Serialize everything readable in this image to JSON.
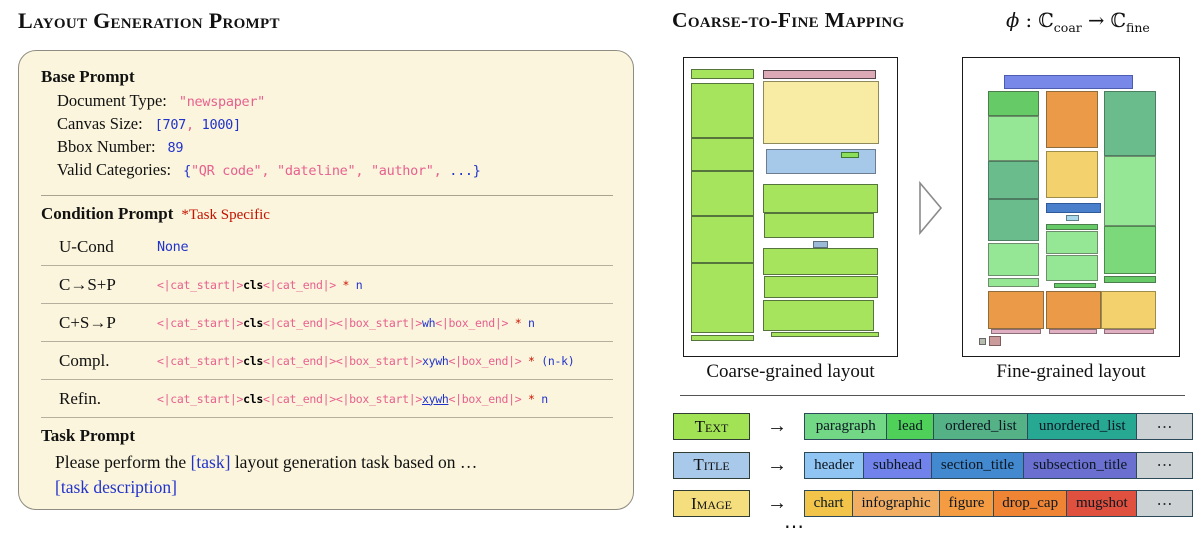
{
  "left": {
    "title": "Layout Generation Prompt",
    "base": {
      "heading": "Base Prompt",
      "fields": [
        {
          "label": "Document Type:",
          "segments": [
            {
              "t": "\"newspaper\"",
              "c": "pink"
            }
          ]
        },
        {
          "label": "Canvas Size:",
          "segments": [
            {
              "t": "[707",
              "c": "blue"
            },
            {
              "t": ",",
              "c": "pink"
            },
            {
              "t": " 1000]",
              "c": "blue"
            }
          ]
        },
        {
          "label": "Bbox Number:",
          "segments": [
            {
              "t": "89",
              "c": "blue"
            }
          ]
        },
        {
          "label": "Valid Categories:",
          "segments": [
            {
              "t": "{",
              "c": "blue"
            },
            {
              "t": "\"QR code\", \"dateline\", \"author\", ",
              "c": "pink"
            },
            {
              "t": "...}",
              "c": "blue"
            }
          ]
        }
      ]
    },
    "condition": {
      "heading": "Condition Prompt",
      "note": "*Task Specific",
      "rows": [
        {
          "label": "U-Cond",
          "size": "md",
          "segments": [
            {
              "t": "None",
              "c": "blue"
            }
          ]
        },
        {
          "label": "C→S+P",
          "size": "sm",
          "segments": [
            {
              "t": "<|cat_start|>",
              "c": "pink"
            },
            {
              "t": "cls",
              "c": "bold"
            },
            {
              "t": "<|cat_end|>",
              "c": "pink"
            },
            {
              "t": " * ",
              "c": "red"
            },
            {
              "t": "n",
              "c": "blue"
            }
          ]
        },
        {
          "label": "C+S→P",
          "size": "sm",
          "segments": [
            {
              "t": "<|cat_start|>",
              "c": "pink"
            },
            {
              "t": "cls",
              "c": "bold"
            },
            {
              "t": "<|cat_end|><|box_start|>",
              "c": "pink"
            },
            {
              "t": "wh",
              "c": "blue"
            },
            {
              "t": "<|box_end|>",
              "c": "pink"
            },
            {
              "t": " * ",
              "c": "red"
            },
            {
              "t": "n",
              "c": "blue"
            }
          ]
        },
        {
          "label": "Compl.",
          "size": "sm",
          "segments": [
            {
              "t": "<|cat_start|>",
              "c": "pink"
            },
            {
              "t": "cls",
              "c": "bold"
            },
            {
              "t": "<|cat_end|><|box_start|>",
              "c": "pink"
            },
            {
              "t": "xywh",
              "c": "blue"
            },
            {
              "t": "<|box_end|>",
              "c": "pink"
            },
            {
              "t": " * ",
              "c": "red"
            },
            {
              "t": "(n-k)",
              "c": "blue"
            }
          ]
        },
        {
          "label": "Refin.",
          "size": "sm",
          "segments": [
            {
              "t": "<|cat_start|>",
              "c": "pink"
            },
            {
              "t": "cls",
              "c": "bold"
            },
            {
              "t": "<|cat_end|><|box_start|>",
              "c": "pink"
            },
            {
              "t": "xywh",
              "c": "blueu"
            },
            {
              "t": "<|box_end|>",
              "c": "pink"
            },
            {
              "t": " * ",
              "c": "red"
            },
            {
              "t": "n",
              "c": "blue"
            }
          ]
        }
      ]
    },
    "task": {
      "heading": "Task Prompt",
      "line1": [
        {
          "t": "Please perform the ",
          "c": "black"
        },
        {
          "t": "[task]",
          "c": "blue"
        },
        {
          "t": " layout generation task based on …",
          "c": "black"
        }
      ],
      "line2": [
        {
          "t": "[task description]",
          "c": "blue"
        }
      ]
    }
  },
  "right": {
    "title": "Coarse-to-Fine Mapping",
    "formula": {
      "phi": "ϕ",
      "colon": " : ",
      "set1": "ℂ",
      "sub1": "coar",
      "arrow": " → ",
      "set2": "ℂ",
      "sub2": "fine"
    },
    "palette": {
      "green": {
        "bg": "#a6e45e",
        "bd": "#55753c"
      },
      "pinkbar": {
        "bg": "#dcaab6",
        "bd": "#54444c"
      },
      "yellow": {
        "bg": "#f8eba3",
        "bd": "#8f8a5c"
      },
      "blue": {
        "bg": "#a6c8e9",
        "bd": "#6d7d8d"
      },
      "greensm": {
        "bg": "#8bdf5d",
        "bd": "#3f7a2f"
      },
      "bluesm": {
        "bg": "#9db9d8",
        "bd": "#5d6d7d"
      },
      "peri": {
        "bg": "#7788e8",
        "bd": "#4d5cae"
      },
      "fgreen": {
        "bg": "#66cb66",
        "bd": "#4d7d4d"
      },
      "fgreen2": {
        "bg": "#7bd97b",
        "bd": "#4e8a4e"
      },
      "flgreen": {
        "bg": "#95e695",
        "bd": "#6d8d6d"
      },
      "fteal": {
        "bg": "#6abc8c",
        "bd": "#4d7d60"
      },
      "forange": {
        "bg": "#eb9a47",
        "bd": "#8d6d3d"
      },
      "fyellow": {
        "bg": "#f3d26e",
        "bd": "#9d8d4d"
      },
      "fblue": {
        "bg": "#4a80cb",
        "bd": "#2f5a9a"
      },
      "flblue": {
        "bg": "#aadae9",
        "bd": "#5d7d8d"
      },
      "fpink": {
        "bg": "#e0afc1",
        "bd": "#8d6d77"
      },
      "fgray": {
        "bg": "#b6bdae",
        "bd": "#666666"
      },
      "fpinksq": {
        "bg": "#cb9b9b",
        "bd": "#7d5d5d"
      }
    },
    "coarse": {
      "caption": "Coarse-grained layout",
      "boxes": [
        [
          7,
          11,
          63,
          10,
          "green"
        ],
        [
          7,
          25,
          63,
          55,
          "green"
        ],
        [
          7,
          80,
          63,
          33,
          "green"
        ],
        [
          7,
          113,
          63,
          45,
          "green"
        ],
        [
          7,
          158,
          63,
          47,
          "green"
        ],
        [
          7,
          205,
          63,
          70,
          "green"
        ],
        [
          7,
          277,
          63,
          6,
          "green"
        ],
        [
          79,
          12,
          113,
          9,
          "pinkbar"
        ],
        [
          79,
          23,
          116,
          63,
          "yellow"
        ],
        [
          82,
          91,
          110,
          25,
          "blue"
        ],
        [
          157,
          94,
          18,
          6,
          "greensm"
        ],
        [
          79,
          126,
          115,
          29,
          "green"
        ],
        [
          80,
          155,
          110,
          25,
          "green"
        ],
        [
          129,
          183,
          15,
          7,
          "bluesm"
        ],
        [
          79,
          190,
          115,
          27,
          "green"
        ],
        [
          80,
          218,
          114,
          22,
          "green"
        ],
        [
          79,
          242,
          111,
          31,
          "green"
        ],
        [
          87,
          274,
          108,
          5,
          "green"
        ]
      ]
    },
    "fine": {
      "caption": "Fine-grained layout",
      "boxes": [
        [
          41,
          17,
          129,
          14,
          "peri"
        ],
        [
          25,
          33,
          51,
          25,
          "fgreen"
        ],
        [
          25,
          58,
          51,
          45,
          "flgreen"
        ],
        [
          25,
          103,
          51,
          38,
          "fteal"
        ],
        [
          25,
          141,
          51,
          42,
          "fteal"
        ],
        [
          25,
          185,
          51,
          33,
          "flgreen"
        ],
        [
          25,
          220,
          51,
          9,
          "flgreen"
        ],
        [
          83,
          33,
          52,
          57,
          "forange"
        ],
        [
          83,
          93,
          52,
          47,
          "fyellow"
        ],
        [
          83,
          145,
          55,
          10,
          "fblue"
        ],
        [
          103,
          157,
          13,
          6,
          "flblue"
        ],
        [
          83,
          166,
          52,
          6,
          "fgreen"
        ],
        [
          83,
          173,
          52,
          23,
          "flgreen"
        ],
        [
          83,
          197,
          52,
          26,
          "flgreen"
        ],
        [
          91,
          225,
          42,
          5,
          "fgreen"
        ],
        [
          141,
          33,
          52,
          65,
          "fteal"
        ],
        [
          141,
          98,
          52,
          70,
          "flgreen"
        ],
        [
          141,
          168,
          52,
          48,
          "fgreen2"
        ],
        [
          141,
          218,
          52,
          7,
          "fgreen"
        ],
        [
          25,
          233,
          56,
          38,
          "forange"
        ],
        [
          83,
          233,
          55,
          38,
          "forange"
        ],
        [
          138,
          233,
          55,
          38,
          "fyellow"
        ],
        [
          28,
          271,
          50,
          5,
          "fpink"
        ],
        [
          86,
          271,
          48,
          5,
          "fpink"
        ],
        [
          141,
          271,
          50,
          5,
          "fpink"
        ],
        [
          16,
          280,
          7,
          7,
          "fgray"
        ],
        [
          26,
          278,
          12,
          10,
          "fpinksq"
        ]
      ]
    },
    "legend": {
      "arrow": "→",
      "more": "⋯",
      "rows": [
        {
          "label": "Text",
          "labelBg": "#a2e356",
          "cells": [
            {
              "t": "paragraph",
              "bg": "#72d886"
            },
            {
              "t": "lead",
              "bg": "#4fd058"
            },
            {
              "t": "ordered_list",
              "bg": "#55b287"
            },
            {
              "t": "unordered_list",
              "bg": "#26a893"
            },
            {
              "t": "⋯",
              "bg": "#ccd1d4",
              "ell": true
            }
          ]
        },
        {
          "label": "Title",
          "labelBg": "#a9c9ea",
          "cells": [
            {
              "t": "header",
              "bg": "#90c4f2"
            },
            {
              "t": "subhead",
              "bg": "#7183ea"
            },
            {
              "t": "section_title",
              "bg": "#4389cf"
            },
            {
              "t": "subsection_title",
              "bg": "#6b70d0"
            },
            {
              "t": "⋯",
              "bg": "#ccd1d4",
              "ell": true
            }
          ]
        },
        {
          "label": "Image",
          "labelBg": "#f5de7d",
          "cells": [
            {
              "t": "chart",
              "bg": "#f2c54a"
            },
            {
              "t": "infographic",
              "bg": "#f2ae63"
            },
            {
              "t": "figure",
              "bg": "#f59b41"
            },
            {
              "t": "drop_cap",
              "bg": "#ee8434"
            },
            {
              "t": "mugshot",
              "bg": "#e0503e"
            },
            {
              "t": "⋯",
              "bg": "#ccd1d4",
              "ell": true
            }
          ]
        }
      ]
    }
  }
}
